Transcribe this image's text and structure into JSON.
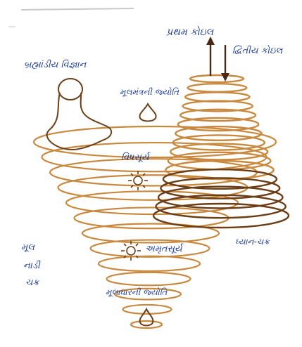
{
  "labels": {
    "primary_coil": "પ્રથમ કોઇલ",
    "secondary_coil": "દ્વિતીય કોઇલ",
    "cosmic_science": "બ્રહ્માંડીય વિજ્ઞાન",
    "root_chakra_light": "મૂલમંત્રની જ્યોતિ",
    "poison_sun": "વિષસૂર્ય",
    "nectar_sun": "અમૃતસૂર્ય",
    "muladhara_light": "મૂલાધારની જ્યોતિ",
    "mool_nadi_chakra": [
      "મૂલ",
      "નાડી",
      "ચક્ર"
    ],
    "dhyana_chakra": "ધ્યાન-ચક્ર"
  },
  "colors": {
    "ink_blue": "#1d3d9c",
    "spiral_tan": "#c8893e",
    "spiral_dark": "#6b3e16",
    "arrow": "#4a2a12"
  },
  "icons": [
    "sun-icon",
    "flame-drop-icon",
    "arrow-up-icon",
    "arrow-down-icon"
  ]
}
